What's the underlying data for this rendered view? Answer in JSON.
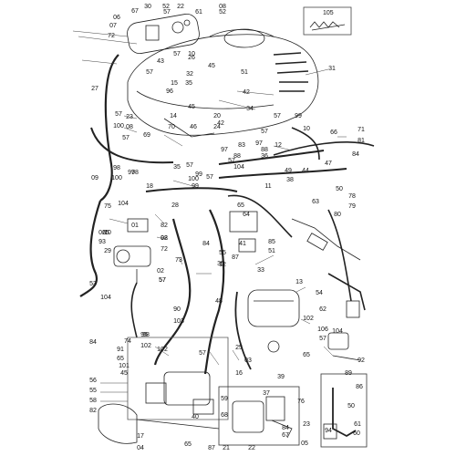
{
  "inset_tag": "105",
  "callouts": [
    "67",
    "30",
    "52",
    "22",
    "08",
    "06",
    "61",
    "07",
    "72",
    "57",
    "10",
    "27",
    "43",
    "57",
    "51",
    "31",
    "32",
    "45",
    "15",
    "35",
    "96",
    "42",
    "34",
    "23",
    "14",
    "45",
    "20",
    "70",
    "24",
    "46",
    "57",
    "100",
    "57",
    "69",
    "66",
    "71",
    "81",
    "84",
    "88",
    "97",
    "83",
    "97",
    "36",
    "57",
    "104",
    "35",
    "57",
    "98",
    "97",
    "99",
    "100",
    "99",
    "57",
    "49",
    "44",
    "38",
    "47",
    "09",
    "104",
    "18",
    "50",
    "11",
    "63",
    "78",
    "79",
    "75",
    "28",
    "65",
    "64",
    "80",
    "02",
    "01",
    "82",
    "93",
    "29",
    "98",
    "72",
    "57",
    "84",
    "41",
    "55",
    "85",
    "51",
    "73",
    "87",
    "12",
    "33",
    "53",
    "104",
    "57",
    "13",
    "54",
    "48",
    "62",
    "90",
    "103",
    "102",
    "106",
    "84",
    "95",
    "102",
    "91",
    "74",
    "65",
    "101",
    "45",
    "57",
    "104",
    "65",
    "25",
    "03",
    "92",
    "89",
    "16",
    "56",
    "55",
    "58",
    "82",
    "39",
    "59",
    "37",
    "76",
    "23",
    "05",
    "86",
    "68",
    "40",
    "50",
    "17",
    "04",
    "87",
    "21",
    "22",
    "61",
    "94",
    "60",
    "65",
    "84",
    "67",
    "26",
    "10",
    "02",
    "98",
    "102",
    "35",
    "12",
    "99",
    "10",
    "57",
    "42",
    "57",
    "88",
    "57",
    "52",
    "08",
    "100",
    "98",
    "57",
    "65",
    "02",
    "57"
  ]
}
